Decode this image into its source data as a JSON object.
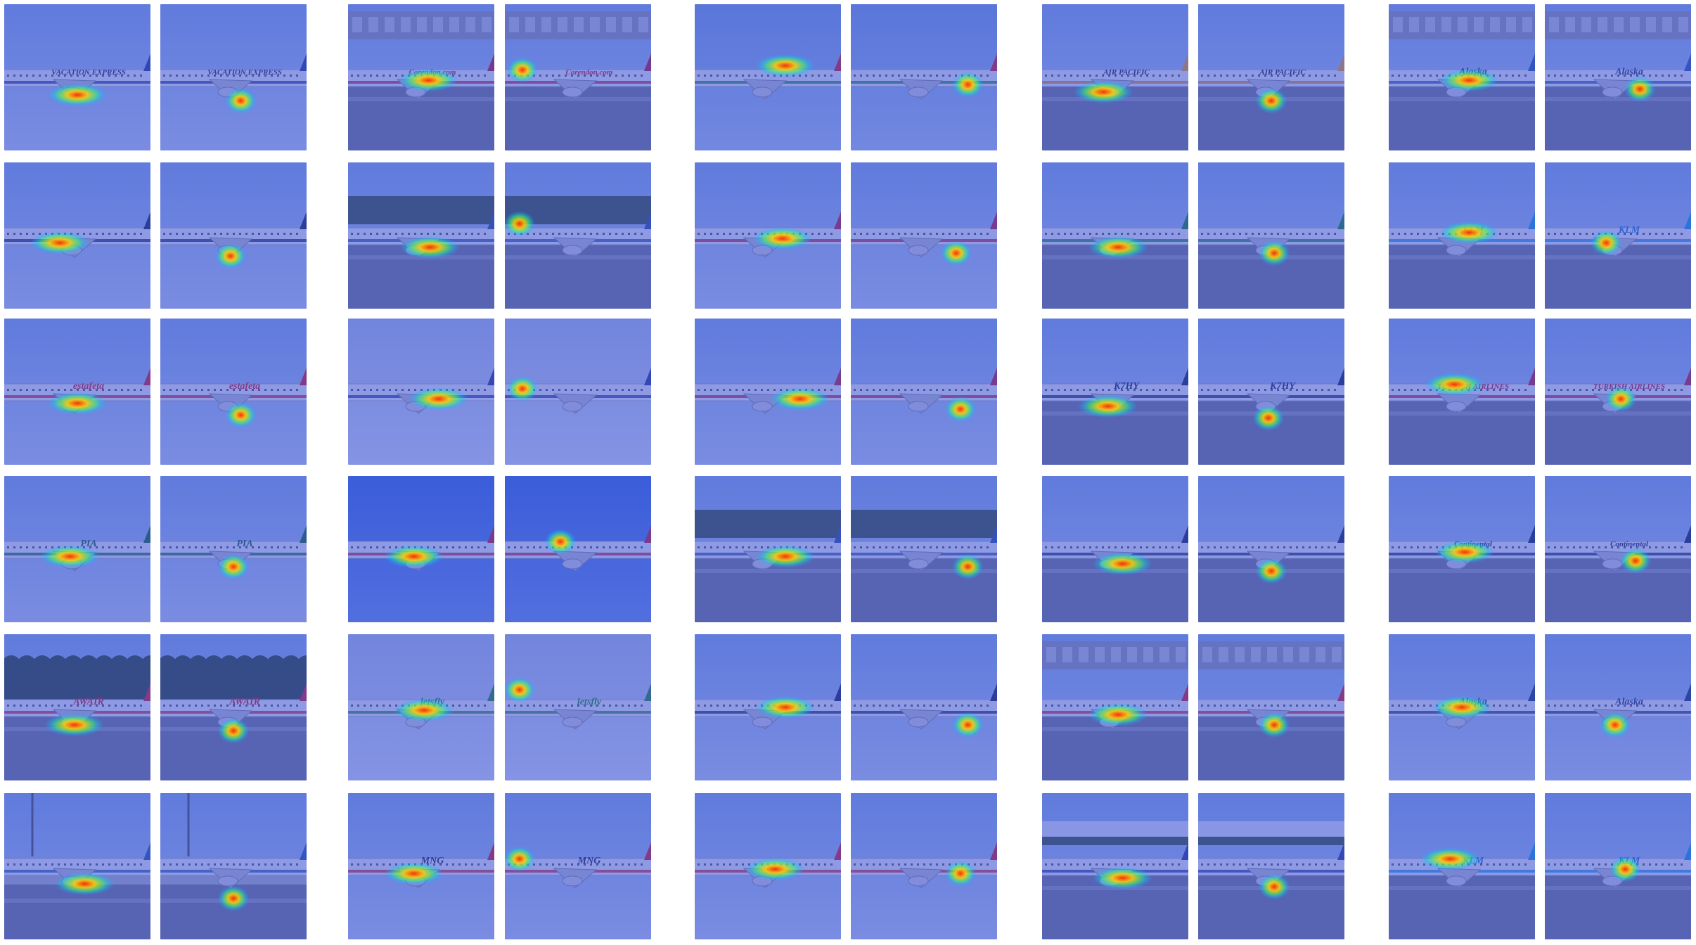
{
  "figure": {
    "layout": {
      "pair_columns": 5,
      "rows": 6,
      "images_per_pair": 2
    },
    "overlay_tint": "#3a4fd6",
    "heatmap_colors": {
      "hot": "#ff2a00",
      "warm": "#ffd200",
      "mid": "#38ff6a",
      "cool": "#00c8ff"
    },
    "cells": [
      [
        {
          "scene": "sky",
          "livery": "VACATION EXPRESS",
          "logo_color": "#2a2a55",
          "stripe": "#2b3f8f",
          "tail": "#2a3f8c",
          "heat": [
            [
              0.5,
              0.62
            ],
            [
              0.55,
              0.66
            ]
          ]
        },
        {
          "scene": "airport",
          "livery": "Corendon.com",
          "logo_color": "#c0243a",
          "stripe": "#c0243a",
          "tail": "#b8202f",
          "heat": [
            [
              0.55,
              0.52
            ],
            [
              0.12,
              0.45
            ]
          ]
        },
        {
          "scene": "sky-close",
          "livery": "",
          "logo_color": "#333",
          "stripe": "#1b8a3c",
          "tail": "#d8252c",
          "heat": [
            [
              0.62,
              0.42
            ],
            [
              0.8,
              0.55
            ]
          ]
        },
        {
          "scene": "tarmac",
          "livery": "AIR PACIFIC",
          "logo_color": "#222244",
          "stripe": "#e08a1c",
          "tail": "#f2a72a",
          "heat": [
            [
              0.42,
              0.6
            ],
            [
              0.5,
              0.66
            ]
          ]
        },
        {
          "scene": "terminal",
          "livery": "Alaska",
          "logo_color": "#1e3b66",
          "stripe": "#2a5ea0",
          "tail": "#2a5ea0",
          "heat": [
            [
              0.55,
              0.52
            ],
            [
              0.65,
              0.58
            ]
          ]
        }
      ],
      [
        {
          "scene": "sky",
          "livery": "",
          "logo_color": "#222",
          "stripe": "#1a2a55",
          "tail": "#1a2a55",
          "heat": [
            [
              0.38,
              0.55
            ],
            [
              0.48,
              0.64
            ]
          ]
        },
        {
          "scene": "trees",
          "livery": "",
          "logo_color": "#333",
          "stripe": "#335599",
          "tail": "#335599",
          "heat": [
            [
              0.56,
              0.58
            ],
            [
              0.1,
              0.42
            ]
          ]
        },
        {
          "scene": "sky",
          "livery": "",
          "logo_color": "#333",
          "stripe": "#c0243a",
          "tail": "#c0243a",
          "heat": [
            [
              0.6,
              0.52
            ],
            [
              0.72,
              0.62
            ]
          ]
        },
        {
          "scene": "tarmac",
          "livery": "",
          "logo_color": "#333",
          "stripe": "#1b8a3c",
          "tail": "#1b8a3c",
          "heat": [
            [
              0.52,
              0.58
            ],
            [
              0.52,
              0.62
            ]
          ]
        },
        {
          "scene": "tarmac",
          "livery": "KLM",
          "logo_color": "#1e7fd0",
          "stripe": "#1e9fe0",
          "tail": "#1e9fe0",
          "heat": [
            [
              0.55,
              0.48
            ],
            [
              0.42,
              0.55
            ]
          ]
        }
      ],
      [
        {
          "scene": "sky",
          "livery": "estafeta",
          "logo_color": "#d8252c",
          "stripe": "#d8252c",
          "tail": "#d8252c",
          "heat": [
            [
              0.5,
              0.58
            ],
            [
              0.55,
              0.66
            ]
          ]
        },
        {
          "scene": "sky-light",
          "livery": "",
          "logo_color": "#333",
          "stripe": "#2b3f8f",
          "tail": "#2b3f8f",
          "heat": [
            [
              0.62,
              0.55
            ],
            [
              0.12,
              0.48
            ]
          ]
        },
        {
          "scene": "sky",
          "livery": "",
          "logo_color": "#333",
          "stripe": "#c0243a",
          "tail": "#c0243a",
          "heat": [
            [
              0.72,
              0.55
            ],
            [
              0.75,
              0.62
            ]
          ]
        },
        {
          "scene": "tarmac",
          "livery": "K7HY",
          "logo_color": "#1a2a55",
          "stripe": "#1a2a55",
          "tail": "#1a2a55",
          "heat": [
            [
              0.45,
              0.6
            ],
            [
              0.48,
              0.68
            ]
          ]
        },
        {
          "scene": "tarmac",
          "livery": "TURKISH AIRLINES",
          "logo_color": "#c0243a",
          "stripe": "#c0243a",
          "tail": "#c0243a",
          "heat": [
            [
              0.45,
              0.45
            ],
            [
              0.52,
              0.55
            ]
          ]
        }
      ],
      [
        {
          "scene": "sky",
          "livery": "PIA",
          "logo_color": "#1b6a3c",
          "stripe": "#1b6a3c",
          "tail": "#1b6a3c",
          "heat": [
            [
              0.45,
              0.55
            ],
            [
              0.5,
              0.62
            ]
          ]
        },
        {
          "scene": "sky-blue",
          "livery": "",
          "logo_color": "#333",
          "stripe": "#c0243a",
          "tail": "#c0243a",
          "heat": [
            [
              0.45,
              0.55
            ],
            [
              0.38,
              0.45
            ]
          ]
        },
        {
          "scene": "trees",
          "livery": "",
          "logo_color": "#333",
          "stripe": "#335599",
          "tail": "#335599",
          "heat": [
            [
              0.62,
              0.55
            ],
            [
              0.8,
              0.62
            ]
          ]
        },
        {
          "scene": "tarmac",
          "livery": "",
          "logo_color": "#333",
          "stripe": "#1a2a55",
          "tail": "#1a2a55",
          "heat": [
            [
              0.55,
              0.6
            ],
            [
              0.5,
              0.65
            ]
          ]
        },
        {
          "scene": "tarmac",
          "livery": "Continental",
          "logo_color": "#1a2a55",
          "stripe": "#1a2a55",
          "tail": "#1a2a55",
          "heat": [
            [
              0.52,
              0.52
            ],
            [
              0.62,
              0.58
            ]
          ]
        }
      ],
      [
        {
          "scene": "palms",
          "livery": "AWAIR",
          "logo_color": "#d8252c",
          "stripe": "#d8252c",
          "tail": "#d8252c",
          "heat": [
            [
              0.48,
              0.62
            ],
            [
              0.5,
              0.66
            ]
          ]
        },
        {
          "scene": "sky-light",
          "livery": "letsfly",
          "logo_color": "#2a8f3c",
          "stripe": "#2a8f3c",
          "tail": "#2a8f3c",
          "heat": [
            [
              0.52,
              0.52
            ],
            [
              0.1,
              0.38
            ]
          ]
        },
        {
          "scene": "sky",
          "livery": "",
          "logo_color": "#333",
          "stripe": "#1a2a55",
          "tail": "#1a2a55",
          "heat": [
            [
              0.62,
              0.5
            ],
            [
              0.8,
              0.62
            ]
          ]
        },
        {
          "scene": "terminal",
          "livery": "",
          "logo_color": "#333",
          "stripe": "#d8252c",
          "tail": "#d8252c",
          "heat": [
            [
              0.52,
              0.55
            ],
            [
              0.52,
              0.62
            ]
          ]
        },
        {
          "scene": "sky",
          "livery": "Alaska",
          "logo_color": "#1e3b66",
          "stripe": "#1e3b66",
          "tail": "#1e3b66",
          "heat": [
            [
              0.5,
              0.5
            ],
            [
              0.48,
              0.62
            ]
          ]
        }
      ],
      [
        {
          "scene": "apron",
          "livery": "",
          "logo_color": "#333",
          "stripe": "#2a5ea0",
          "tail": "#2a5ea0",
          "heat": [
            [
              0.55,
              0.62
            ],
            [
              0.5,
              0.72
            ]
          ]
        },
        {
          "scene": "sky",
          "livery": "MNG",
          "logo_color": "#1a2a55",
          "stripe": "#d8252c",
          "tail": "#d8252c",
          "heat": [
            [
              0.45,
              0.55
            ],
            [
              0.1,
              0.45
            ]
          ]
        },
        {
          "scene": "sky",
          "livery": "",
          "logo_color": "#333",
          "stripe": "#d8252c",
          "tail": "#d8252c",
          "heat": [
            [
              0.55,
              0.52
            ],
            [
              0.75,
              0.55
            ]
          ]
        },
        {
          "scene": "clouds",
          "livery": "",
          "logo_color": "#333",
          "stripe": "#2b3f8f",
          "tail": "#2b3f8f",
          "heat": [
            [
              0.55,
              0.58
            ],
            [
              0.52,
              0.64
            ]
          ]
        },
        {
          "scene": "tarmac",
          "livery": "KLM",
          "logo_color": "#1e7fd0",
          "stripe": "#1e9fe0",
          "tail": "#1e9fe0",
          "heat": [
            [
              0.42,
              0.45
            ],
            [
              0.55,
              0.52
            ]
          ]
        }
      ]
    ]
  }
}
